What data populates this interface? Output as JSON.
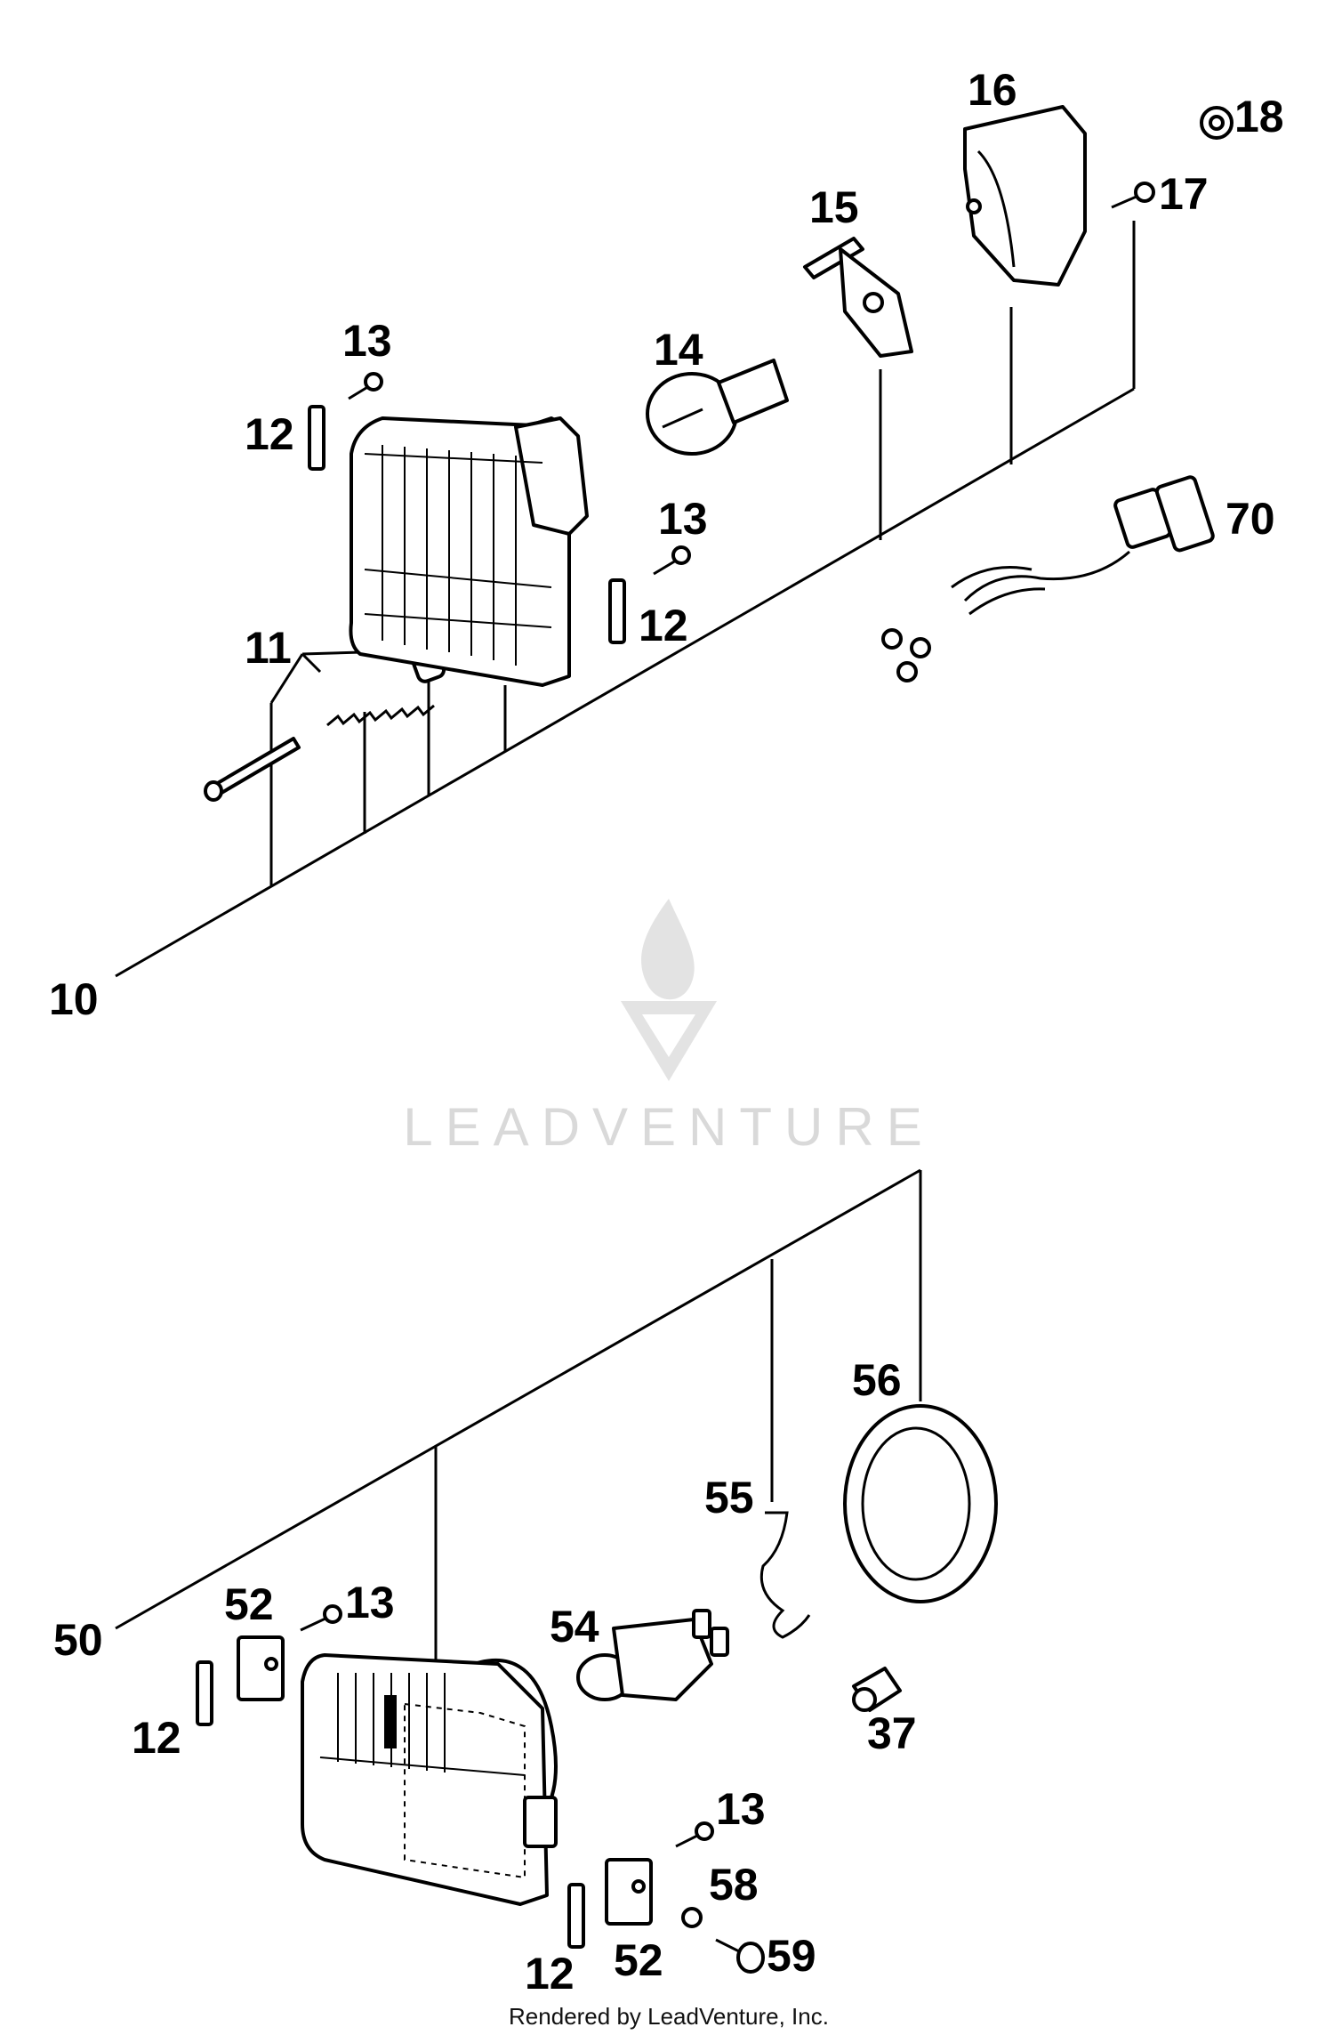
{
  "callouts": {
    "n10": "10",
    "n11": "11",
    "n12a": "12",
    "n12b": "12",
    "n13a": "13",
    "n13b": "13",
    "n14": "14",
    "n15": "15",
    "n16": "16",
    "n17": "17",
    "n18": "18",
    "n70": "70",
    "n50": "50",
    "n52a": "52",
    "n12c": "12",
    "n13c": "13",
    "n54": "54",
    "n55": "55",
    "n56": "56",
    "n37": "37",
    "n13d": "13",
    "n58": "58",
    "n59": "59",
    "n12d": "12",
    "n52b": "52"
  },
  "watermark": {
    "text": "LEADVENTURE",
    "icon": "leadventure-flame-logo"
  },
  "footer": {
    "text": "Rendered by LeadVenture, Inc."
  }
}
